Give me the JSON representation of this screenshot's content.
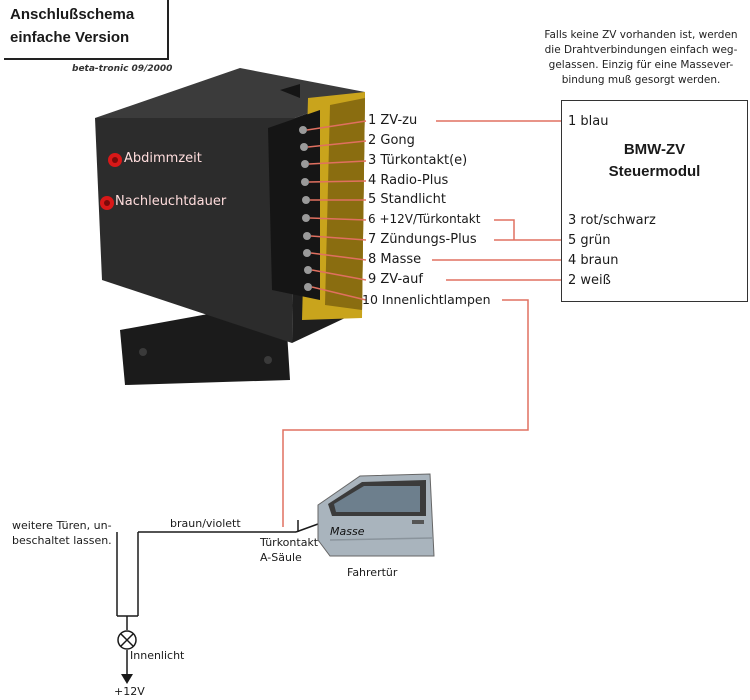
{
  "title": {
    "line1": "Anschlußschema",
    "line2": "einfache Version"
  },
  "credit": "beta-tronic 09/2000",
  "note": [
    "Falls keine ZV vorhanden ist, werden",
    "die Drahtverbindungen einfach weg-",
    "gelassen. Einzig für eine Massever-",
    "bindung muß gesorgt werden."
  ],
  "device": {
    "knob1": "Abdimmzeit",
    "knob2": "Nachleuchtdauer"
  },
  "pins": [
    "1 ZV-zu",
    "2 Gong",
    "3 Türkontakt(e)",
    "4 Radio-Plus",
    "5 Standlicht",
    "6 +12V/Türkontakt",
    "7 Zündungs-Plus",
    "8 Masse",
    "9 ZV-auf",
    "10 Innenlichtlampen"
  ],
  "zv_module": {
    "title_line1": "BMW-ZV",
    "title_line2": "Steuermodul",
    "pins": [
      "1 blau",
      "3 rot/schwarz",
      "5 grün",
      "4 braun",
      "2 weiß"
    ]
  },
  "bottom": {
    "other_doors": [
      "weitere Türen, un-",
      "beschaltet lassen."
    ],
    "wire_label": "braun/violett",
    "door_contact": [
      "Türkontakt",
      "A-Säule"
    ],
    "masse": "Masse",
    "driver_door": "Fahrertür",
    "lamp": "Innenlicht",
    "supply": "+12V"
  },
  "colors": {
    "wire": "#e07060",
    "device": "#2a2a2a",
    "knob": "#d81818"
  }
}
